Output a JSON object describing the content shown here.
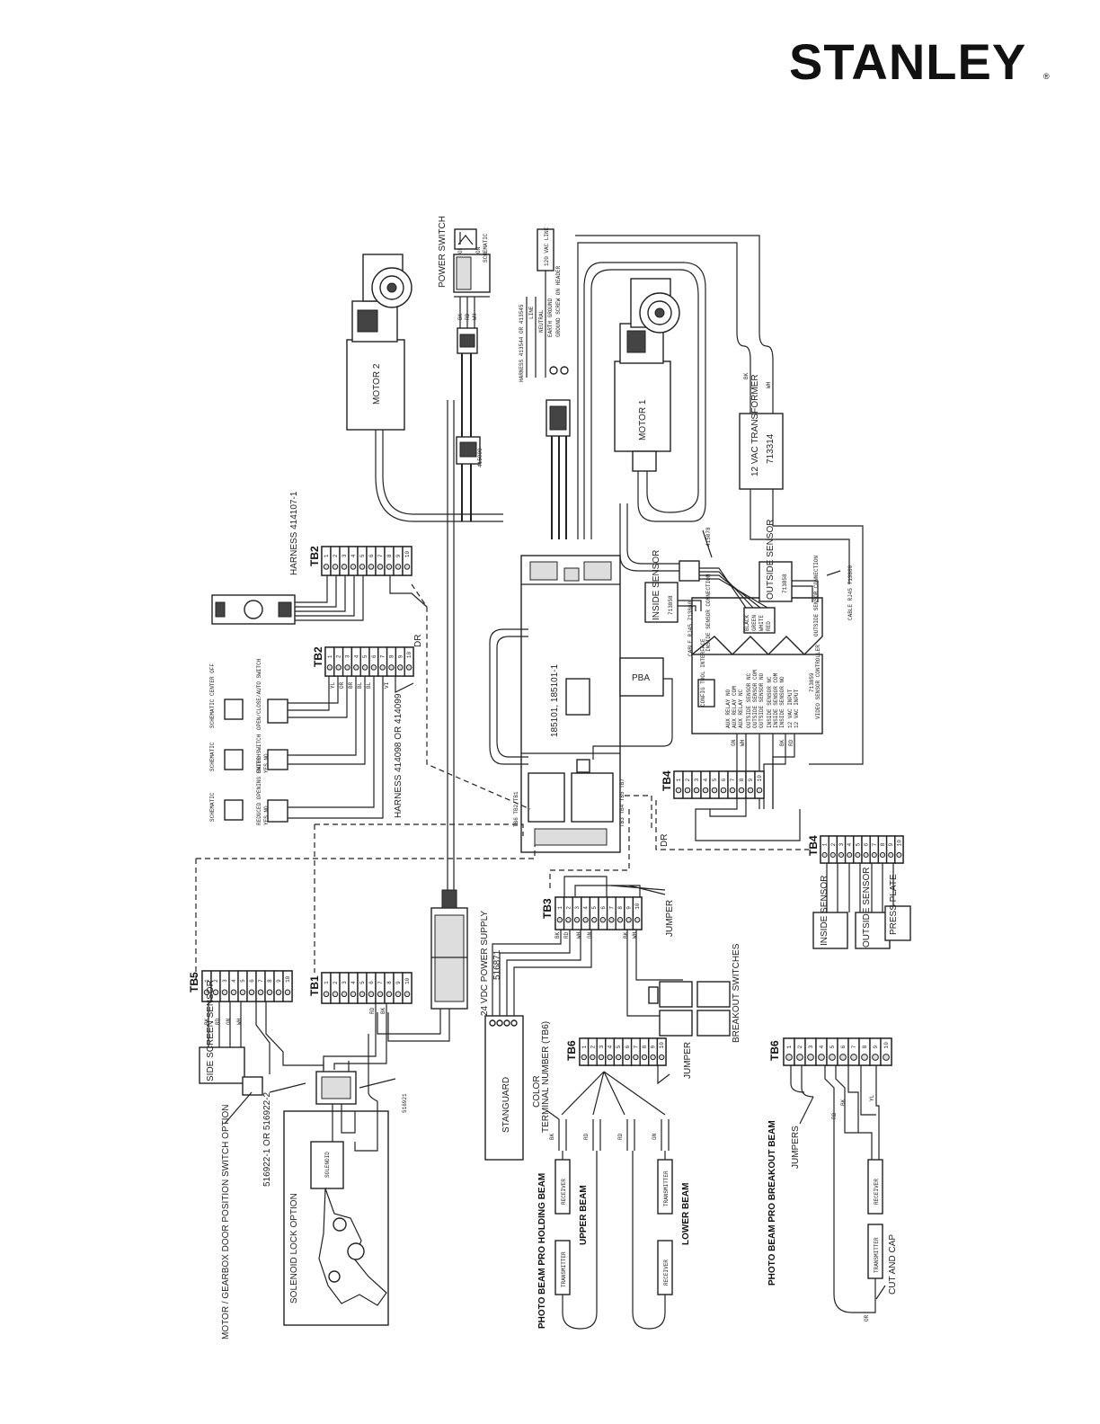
{
  "brand": {
    "name": "STANLEY"
  },
  "labels": {
    "power_switch": "POWER SWITCH",
    "schematic": "SCHEMATIC",
    "line_120": "120 VAC LINE",
    "line": "LINE",
    "neutral": "NEUTRAL",
    "earth_ground": "EARTH GROUND",
    "ground_screw": "GROUND SCREW ON HEADER",
    "harness_413544": "HARNESS 413544 OR 413545",
    "motor1": "MOTOR 1",
    "motor2": "MOTOR 2",
    "transformer": "12 VAC TRANSFORMER",
    "transformer_pn": "713314",
    "harness_414107": "HARNESS 414107-1",
    "harness_414098": "HARNESS 414098 OR 414099",
    "p_415078": "415078",
    "p_415000": "415000",
    "inside_sensor": "INSIDE SENSOR",
    "inside_sensor_pn": "713858",
    "outside_sensor": "OUTSIDE SENSOR",
    "outside_sensor_pn": "713858",
    "cable_left": "CABLE RJ45 713860",
    "cable_right": "CABLE RJ45 713860",
    "controller": "185101, 185101-1",
    "pba": "PBA",
    "video_controller": "VIDEO SENSOR CONTROLLER",
    "video_controller_pn": "713859",
    "inside_sensor_conn": "INSIDE SENSOR CONNECTION",
    "outside_sensor_conn": "OUTSIDE SENSOR CONNECTION",
    "config_tool": "CONFIG TOOL INTERFACE",
    "aux_relay_no": "AUX RELAY NO",
    "aux_relay_com": "AUX RELAY COM",
    "aux_relay_nc": "AUX RELAY NC",
    "outside_sensor_nc": "OUTSIDE SENSOR NC",
    "outside_sensor_com": "OUTSIDE SENSOR COM",
    "outside_sensor_no": "OUTSIDE SENSOR NO",
    "inside_sensor_nc": "INSIDE SENSOR NC",
    "inside_sensor_com": "INSIDE SENSOR COM",
    "inside_sensor_no": "INSIDE SENSOR NO",
    "vac_input_1": "12 VAC INPUT",
    "vac_input_2": "12 VAC INPUT",
    "black": "BLACK",
    "green": "GREEN",
    "white": "WHITE",
    "red": "RED",
    "dr": "DR",
    "dr2": "DR",
    "schematic_center_off": "SCHEMATIC CENTER OFF",
    "open_close_auto": "OPEN/CLOSE/AUTO SWITCH",
    "enter_switch": "ENTER SWITCH",
    "reduced_opening": "REDUCED OPENING SWITCH",
    "yes_no_1": "YES NO",
    "yes_no_2": "YES NO",
    "schematic_2": "SCHEMATIC",
    "schematic_3": "SCHEMATIC",
    "power_supply": "24 VDC POWER SUPPLY",
    "power_supply_pn": "516871",
    "jumper": "JUMPER",
    "jumper_2": "JUMPER",
    "jumpers": "JUMPERS",
    "breakout_switches": "BREAKOUT SWITCHES",
    "stanguard": "STANGUARD",
    "color": "COLOR",
    "terminal_number": "TERMINAL NUMBER (TB6)",
    "side_screen_sensor": "SIDE SCREEN SENSOR",
    "p_516921": "516921",
    "p_516922": "516922-1 OR 516922-2",
    "solenoid": "SOLENOID",
    "solenoid_lock": "SOLENOID LOCK OPTION",
    "gearbox_switch": "MOTOR / GEARBOX DOOR POSITION SWITCH OPTION",
    "photo_holding": "PHOTO BEAM PRO HOLDING BEAM",
    "upper_beam": "UPPER BEAM",
    "lower_beam": "LOWER BEAM",
    "photo_breakout": "PHOTO BEAM PRO BREAKOUT BEAM",
    "receiver": "RECEIVER",
    "transmitter": "TRANSMITTER",
    "cut_and_cap": "CUT AND CAP",
    "inside_sensor_box": "INSIDE SENSOR",
    "outside_sensor_box": "OUTSIDE SENSOR",
    "press_plate": "PRESS PLATE",
    "tb1": "TB1",
    "tb2a": "TB2",
    "tb2b": "TB2",
    "tb3": "TB3",
    "tb4a": "TB4",
    "tb4b": "TB4",
    "tb5": "TB5",
    "tb6": "TB6",
    "tb6b": "TB6",
    "tb_row": "TB6 TB2 TB1",
    "tb_row2": "TB3 TB4 TB5 TB7",
    "wire_bk": "BK",
    "wire_wh": "WH",
    "wire_rd": "RD",
    "wire_gn": "GN",
    "wire_bl": "BL",
    "wire_yl": "YL",
    "wire_or": "OR",
    "wire_br": "BR",
    "wire_vi": "VI",
    "off": "OFF",
    "on": "ON"
  },
  "terminals": [
    "1",
    "2",
    "3",
    "4",
    "5",
    "6",
    "7",
    "8",
    "9",
    "10"
  ]
}
